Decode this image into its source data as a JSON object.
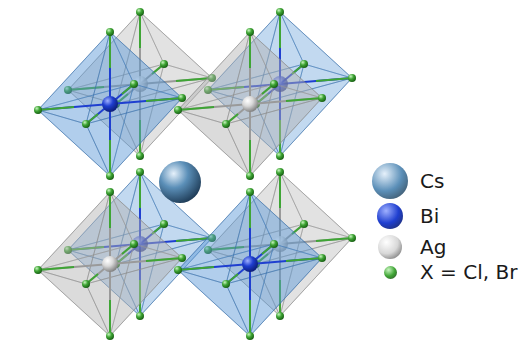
{
  "diagram": {
    "legend": [
      {
        "text": "Cs",
        "color": "#5b8fb8"
      },
      {
        "text": "Bi",
        "color": "#1f3fd0"
      },
      {
        "text": "Ag",
        "color": "#d8d8d8"
      },
      {
        "text": "X = Cl, Br",
        "color": "#3fa535"
      }
    ]
  }
}
